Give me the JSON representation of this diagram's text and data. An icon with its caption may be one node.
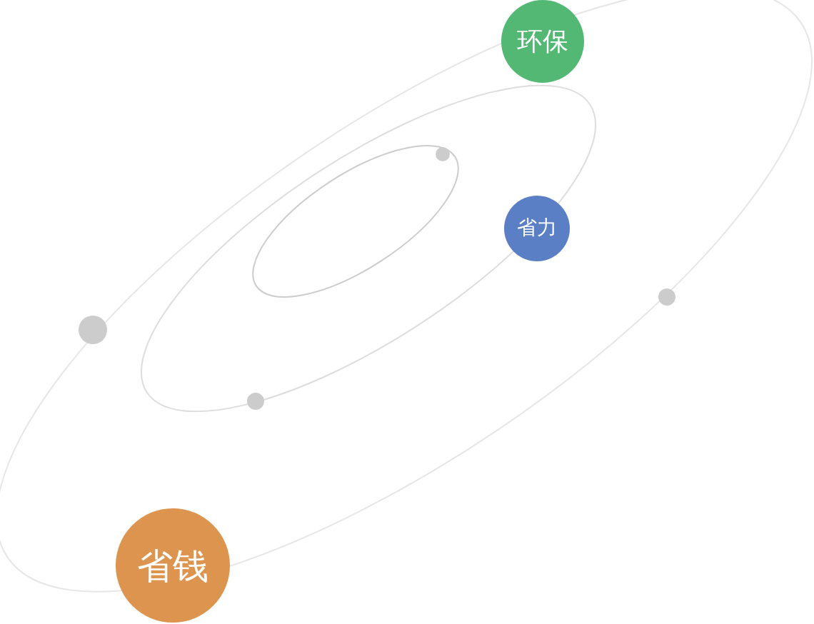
{
  "diagram": {
    "nodes": [
      {
        "text": [
          "环保"
        ]
      },
      {
        "text": [
          "省力"
        ]
      },
      {
        "text": [
          "省钱"
        ]
      },
      {
        "text": [],
        "shape": "circle"
      },
      {
        "text": [],
        "shape": "circle"
      },
      {
        "text": [],
        "shape": "circle"
      },
      {
        "text": [],
        "shape": "circle"
      }
    ],
    "edges": []
  }
}
